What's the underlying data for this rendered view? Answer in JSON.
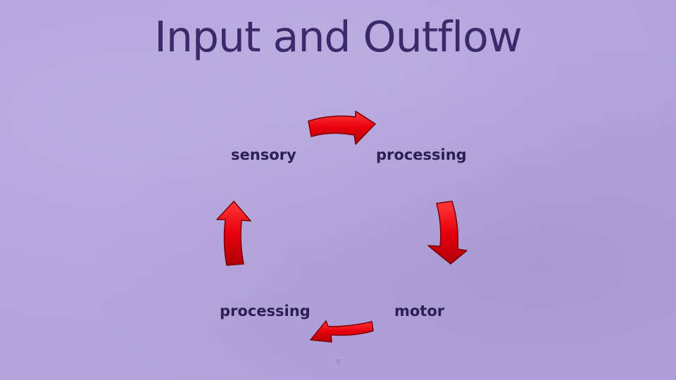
{
  "slide": {
    "title": "Input and Outflow",
    "page_number": "9"
  },
  "cycle": {
    "nodes": [
      {
        "label": "sensory"
      },
      {
        "label": "processing"
      },
      {
        "label": "motor"
      },
      {
        "label": "processing"
      }
    ],
    "arrow_color": "#e8000c",
    "background_color": "#b3a4dc",
    "title_color": "#3b2a6b"
  }
}
